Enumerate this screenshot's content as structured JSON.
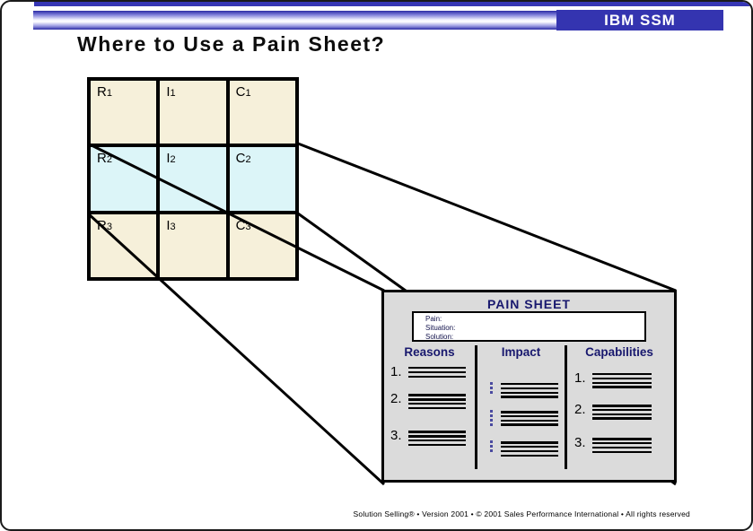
{
  "header": {
    "logo_text": "IBM SSM"
  },
  "slide": {
    "title": "Where to Use a Pain Sheet?",
    "footer": "Solution Selling® • Version 2001 • © 2001 Sales Performance International  •  All rights reserved"
  },
  "matrix": {
    "rows": [
      {
        "highlight": false,
        "cells": [
          {
            "letter": "R",
            "sub": "1"
          },
          {
            "letter": "I",
            "sub": "1"
          },
          {
            "letter": "C",
            "sub": "1"
          }
        ]
      },
      {
        "highlight": true,
        "cells": [
          {
            "letter": "R",
            "sub": "2"
          },
          {
            "letter": "I",
            "sub": "2"
          },
          {
            "letter": "C",
            "sub": "2"
          }
        ]
      },
      {
        "highlight": false,
        "cells": [
          {
            "letter": "R",
            "sub": "3"
          },
          {
            "letter": "I",
            "sub": "3"
          },
          {
            "letter": "C",
            "sub": "3"
          }
        ]
      }
    ]
  },
  "pain_sheet": {
    "title": "PAIN SHEET",
    "fields": [
      "Pain:",
      "Situation:",
      "Solution:"
    ],
    "columns": [
      {
        "header": "Reasons",
        "items": [
          {
            "label": "1.",
            "lines": 3
          },
          {
            "label": "2.",
            "lines": 4
          },
          {
            "label": "3.",
            "lines": 4
          }
        ]
      },
      {
        "header": "Impact",
        "items": [
          {
            "label": "",
            "lines": 4,
            "dots": 3
          },
          {
            "label": "",
            "lines": 4,
            "dots": 4
          },
          {
            "label": "",
            "lines": 4,
            "dots": 3
          }
        ]
      },
      {
        "header": "Capabilities",
        "items": [
          {
            "label": "1.",
            "lines": 4
          },
          {
            "label": "2.",
            "lines": 4
          },
          {
            "label": "3.",
            "lines": 4
          }
        ]
      }
    ]
  },
  "colors": {
    "accent_blue": "#3434b0",
    "navy_text": "#18186e",
    "cell_default": "#f6f0da",
    "cell_highlight": "#dcf5f8",
    "sheet_grey": "#dbdbdb",
    "dot_blue": "#4a4aa0"
  }
}
